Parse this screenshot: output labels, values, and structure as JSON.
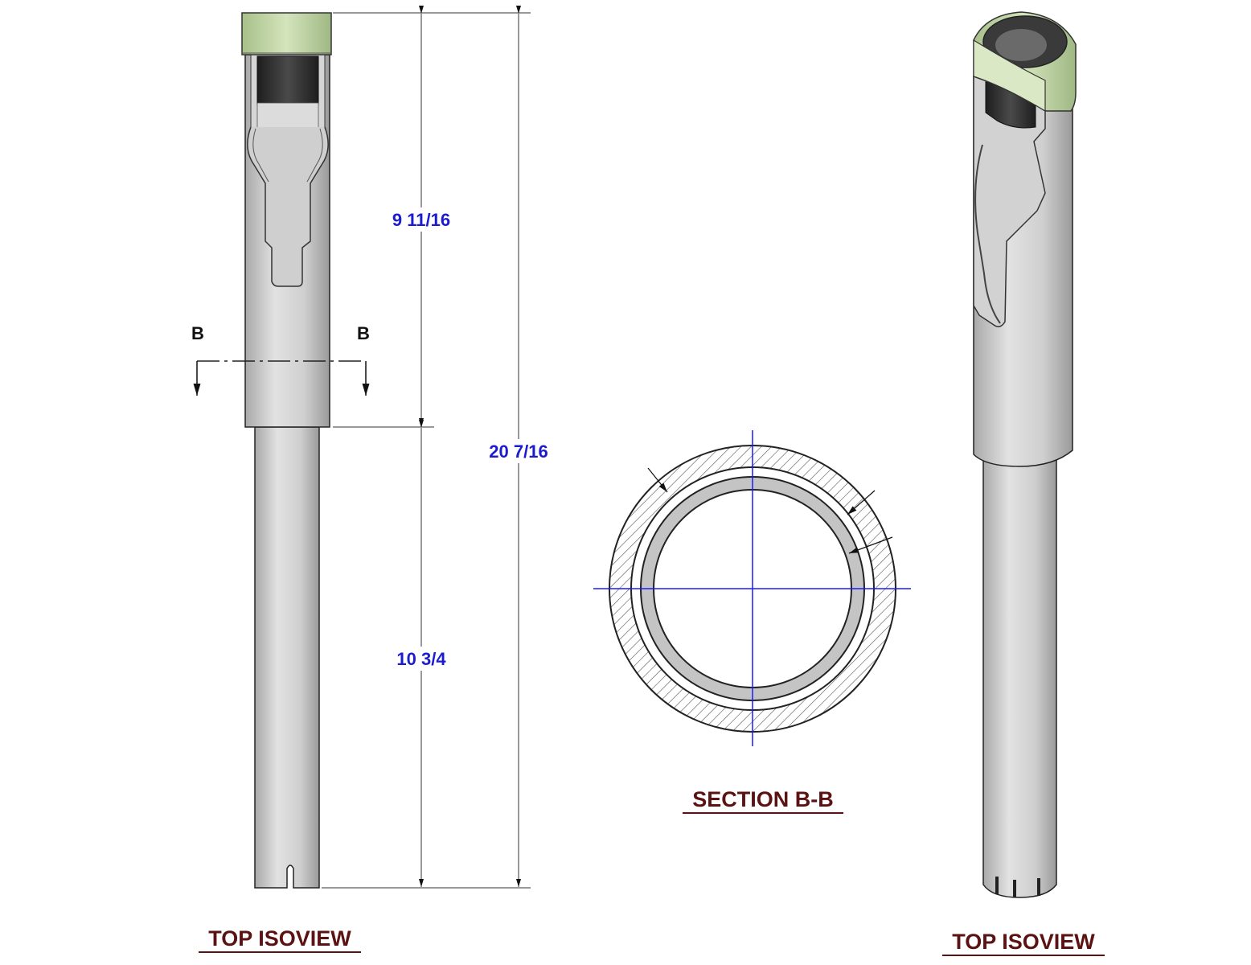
{
  "dimensions": {
    "upper_length": "9 11/16",
    "lower_length": "10 3/4",
    "overall_length": "20 7/16"
  },
  "section_marks": {
    "left": "B",
    "right": "B"
  },
  "labels": {
    "left_view_title": "TOP ISOVIEW",
    "section_title": "SECTION B-B",
    "right_view_title": "TOP ISOVIEW"
  },
  "colors": {
    "tube_gray": "#c9c9c9",
    "cap_green": "#c2d6a4",
    "insert_dark": "#2e2e2e",
    "dimension_blue": "#1c1ccf",
    "title_maroon": "#5a1212",
    "centerline_blue": "#1a1aff"
  }
}
